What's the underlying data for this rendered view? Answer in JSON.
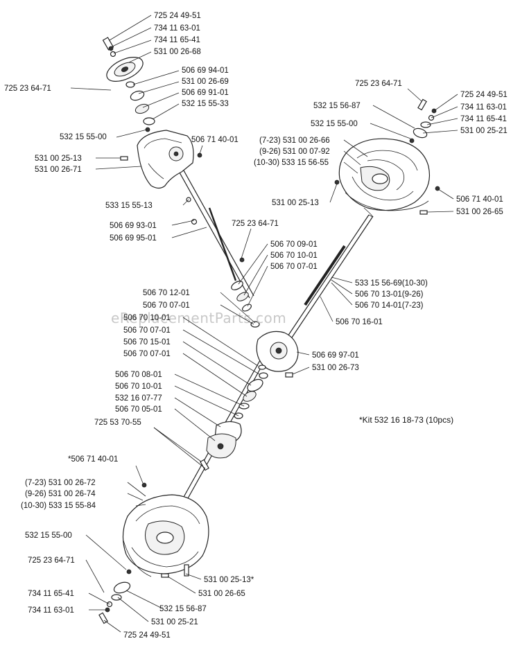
{
  "watermark": "eReplacementParts.com",
  "kit_note": "*Kit 532 16 18-73 (10pcs)",
  "labels": [
    {
      "id": "tl-1",
      "text": "725 24 49-51"
    },
    {
      "id": "tl-2",
      "text": "734 11 63-01"
    },
    {
      "id": "tl-3",
      "text": "734 11 65-41"
    },
    {
      "id": "tl-4",
      "text": "531 00 26-68"
    },
    {
      "id": "tl-5",
      "text": "506 69 94-01"
    },
    {
      "id": "tl-6",
      "text": "531 00 26-69"
    },
    {
      "id": "tl-7",
      "text": "725 23 64-71"
    },
    {
      "id": "tl-8",
      "text": "506 69 91-01"
    },
    {
      "id": "tl-9",
      "text": "532 15 55-33"
    },
    {
      "id": "tl-10",
      "text": "532 15 55-00"
    },
    {
      "id": "tl-11",
      "text": "506 71 40-01"
    },
    {
      "id": "tl-12",
      "text": "531 00 25-13"
    },
    {
      "id": "tl-13",
      "text": "531 00 26-71"
    },
    {
      "id": "tl-14",
      "text": "533 15 55-13"
    },
    {
      "id": "tl-15",
      "text": "506 69 93-01"
    },
    {
      "id": "tl-16",
      "text": "506 69 95-01"
    },
    {
      "id": "tr-1",
      "text": "725 23 64-71"
    },
    {
      "id": "tr-2",
      "text": "725 24 49-51"
    },
    {
      "id": "tr-3",
      "text": "532 15 56-87"
    },
    {
      "id": "tr-4",
      "text": "734 11 63-01"
    },
    {
      "id": "tr-5",
      "text": "734 11 65-41"
    },
    {
      "id": "tr-6",
      "text": "532 15 55-00"
    },
    {
      "id": "tr-7",
      "text": "531 00 25-21"
    },
    {
      "id": "tr-8",
      "text": "(7-23) 531 00 26-66"
    },
    {
      "id": "tr-9",
      "text": "(9-26) 531 00 07-92"
    },
    {
      "id": "tr-10",
      "text": "(10-30) 533 15 56-55"
    },
    {
      "id": "tr-11",
      "text": "531 00 25-13"
    },
    {
      "id": "tr-12",
      "text": "506 71 40-01"
    },
    {
      "id": "tr-13",
      "text": "531 00 26-65"
    },
    {
      "id": "c-1",
      "text": "725 23 64-71"
    },
    {
      "id": "c-2",
      "text": "506 70 09-01"
    },
    {
      "id": "c-3",
      "text": "506 70 10-01"
    },
    {
      "id": "c-4",
      "text": "506 70 07-01"
    },
    {
      "id": "c-5",
      "text": "533 15 56-69(10-30)"
    },
    {
      "id": "c-6",
      "text": "506 70 13-01(9-26)"
    },
    {
      "id": "c-7",
      "text": "506 70 14-01(7-23)"
    },
    {
      "id": "c-8",
      "text": "506 70 16-01"
    },
    {
      "id": "c-9",
      "text": "506 70 12-01"
    },
    {
      "id": "c-10",
      "text": "506 70 07-01"
    },
    {
      "id": "c-11",
      "text": "506 70 10-01"
    },
    {
      "id": "c-12",
      "text": "506 70 07-01"
    },
    {
      "id": "c-13",
      "text": "506 70 15-01"
    },
    {
      "id": "c-14",
      "text": "506 70 07-01"
    },
    {
      "id": "c-15",
      "text": "506 69 97-01"
    },
    {
      "id": "c-16",
      "text": "531 00 26-73"
    },
    {
      "id": "c-17",
      "text": "506 70 08-01"
    },
    {
      "id": "c-18",
      "text": "506 70 10-01"
    },
    {
      "id": "c-19",
      "text": "532 16 07-77"
    },
    {
      "id": "c-20",
      "text": "506 70 05-01"
    },
    {
      "id": "c-21",
      "text": "725 53 70-55"
    },
    {
      "id": "b-1",
      "text": "*506 71 40-01"
    },
    {
      "id": "b-2",
      "text": "(7-23) 531 00 26-72"
    },
    {
      "id": "b-3",
      "text": "(9-26) 531 00 26-74"
    },
    {
      "id": "b-4",
      "text": "(10-30) 533 15 55-84"
    },
    {
      "id": "b-5",
      "text": "532 15 55-00"
    },
    {
      "id": "b-6",
      "text": "725 23 64-71"
    },
    {
      "id": "b-7",
      "text": "531 00 25-13*"
    },
    {
      "id": "b-8",
      "text": "734 11 65-41"
    },
    {
      "id": "b-9",
      "text": "531 00 26-65"
    },
    {
      "id": "b-10",
      "text": "532 15 56-87"
    },
    {
      "id": "b-11",
      "text": "734 11 63-01"
    },
    {
      "id": "b-12",
      "text": "531 00 25-21"
    },
    {
      "id": "b-13",
      "text": "725 24 49-51"
    }
  ]
}
